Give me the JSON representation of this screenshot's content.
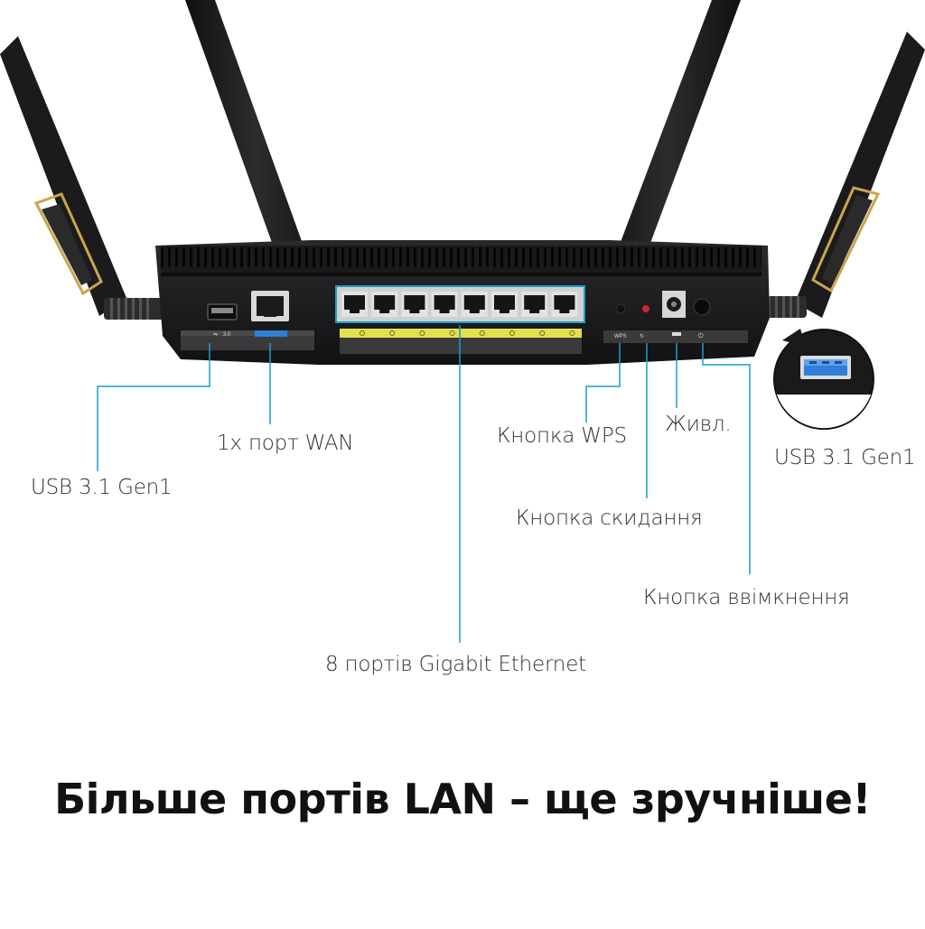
{
  "colors": {
    "callout_line": "#1a9ec7",
    "router_body": "#1b1b1d",
    "accent_gold": "#c9a64a",
    "wan_blue": "#2f7fd8",
    "lan_yellow": "#e3e04e"
  },
  "port_labels": {
    "usb": "3.0",
    "wps": "WPS"
  },
  "callouts": {
    "usb_left": "USB 3.1 Gen1",
    "wan": "1x порт WAN",
    "lan": "8 портів Gigabit Ethernet",
    "wps": "Кнопка WPS",
    "power_in": "Живл.",
    "reset": "Кнопка скидання",
    "power_button": "Кнопка ввімкнення",
    "usb_right": "USB 3.1 Gen1"
  },
  "headline": "Більше портів LAN – ще зручніше!",
  "icons": [
    "usb-icon",
    "ethernet-port-icon",
    "power-icon",
    "antenna-icon"
  ]
}
